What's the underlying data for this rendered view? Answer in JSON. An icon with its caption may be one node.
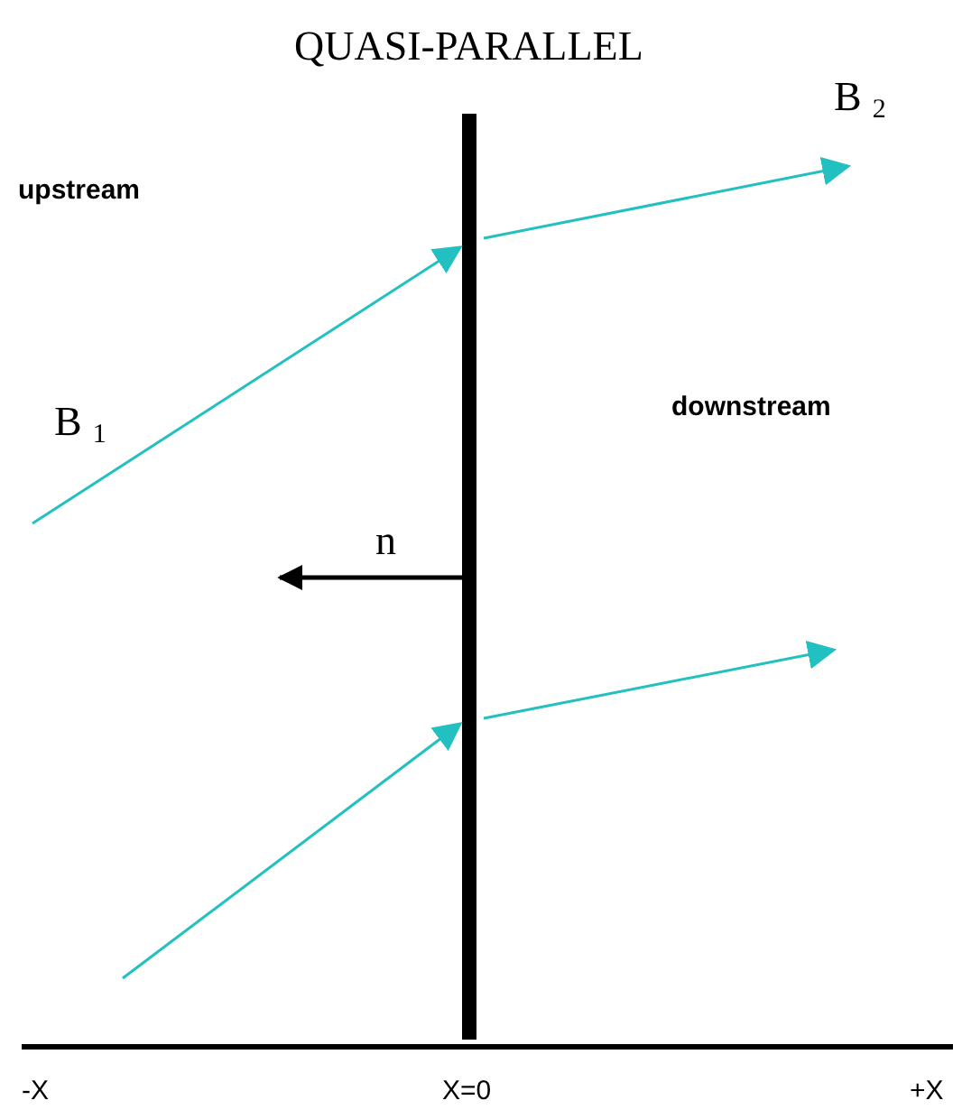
{
  "diagram": {
    "title": "QUASI-PARALLEL",
    "labels": [
      "B$_{2}$",
      "upstream",
      "B$_{1}$",
      "downstream",
      "n",
      "-X",
      "X=0",
      "+X"
    ]
  }
}
